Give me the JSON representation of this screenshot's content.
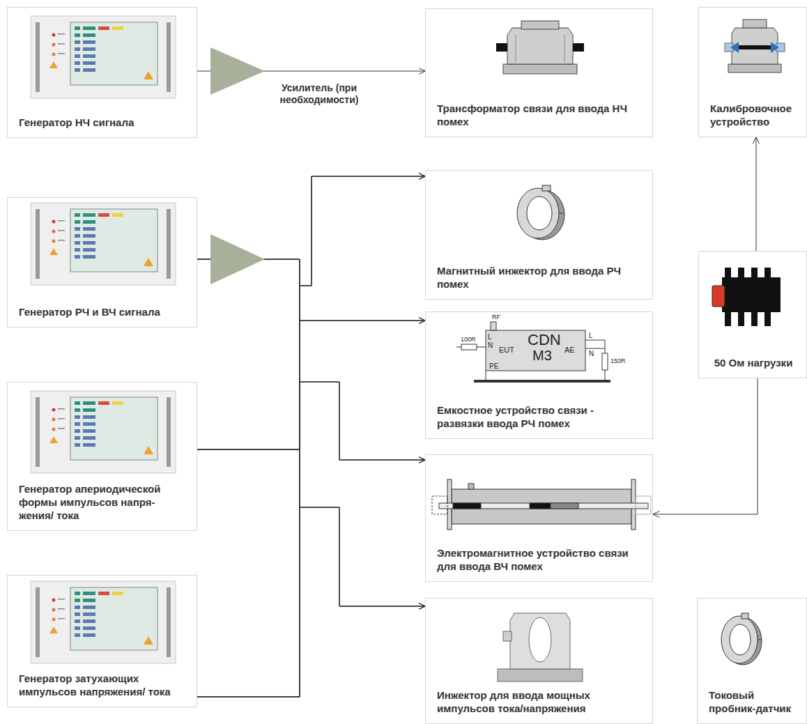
{
  "diagram": {
    "nodes": [
      {
        "text": [
          "Генератор НЧ сигнала"
        ]
      },
      {
        "text": [
          "Трансформатор связи для ввода НЧ помех"
        ]
      },
      {
        "text": [
          "Калибровочное устройство"
        ]
      },
      {
        "text": [
          "Генератор РЧ и ВЧ сигнала"
        ]
      },
      {
        "text": [
          "Магнитный инжектор для ввода РЧ помех"
        ]
      },
      {
        "text": [
          "50 Ом нагрузки"
        ]
      },
      {
        "text": [
          "Емкостное устройство связи - развязки ввода РЧ помех"
        ]
      },
      {
        "text": [
          "Генератор апериодической формы импульсов напря-жения/ тока"
        ]
      },
      {
        "text": [
          "Электромагнитное устройство связи для ввода ВЧ помех"
        ]
      },
      {
        "text": [
          "Генератор затухающих импульсов напряжения/ тока"
        ]
      },
      {
        "text": [
          "Инжектор для ввода мощных импульсов тока/напряжения"
        ]
      },
      {
        "text": [
          "Токовый пробник-датчик"
        ]
      }
    ],
    "edges": [
      {
        "from": 0,
        "to": 1,
        "arrow": "to",
        "label": "Усилитель (при необходимости)"
      },
      {
        "from": 3,
        "to": 4,
        "arrow": "to"
      },
      {
        "from": 3,
        "to": 6,
        "arrow": "to"
      },
      {
        "from": 3,
        "to": 8,
        "arrow": "to"
      },
      {
        "from": 3,
        "to": 10,
        "arrow": "to"
      },
      {
        "from": 7,
        "to": 4,
        "arrow": "to"
      },
      {
        "from": 7,
        "to": 6,
        "arrow": "to"
      },
      {
        "from": 7,
        "to": 8,
        "arrow": "to"
      },
      {
        "from": 7,
        "to": 10,
        "arrow": "to"
      },
      {
        "from": 9,
        "to": 4,
        "arrow": "to"
      },
      {
        "from": 9,
        "to": 6,
        "arrow": "to"
      },
      {
        "from": 9,
        "to": 8,
        "arrow": "to"
      },
      {
        "from": 9,
        "to": 10,
        "arrow": "to"
      },
      {
        "from": 5,
        "to": 2,
        "arrow": "to"
      },
      {
        "from": 5,
        "to": 8,
        "arrow": "to"
      }
    ],
    "labels": [
      "RF",
      "L",
      "N",
      "100R",
      "EUT",
      "CDN",
      "M3",
      "AE",
      "L",
      "N",
      "PE",
      "150R"
    ]
  }
}
